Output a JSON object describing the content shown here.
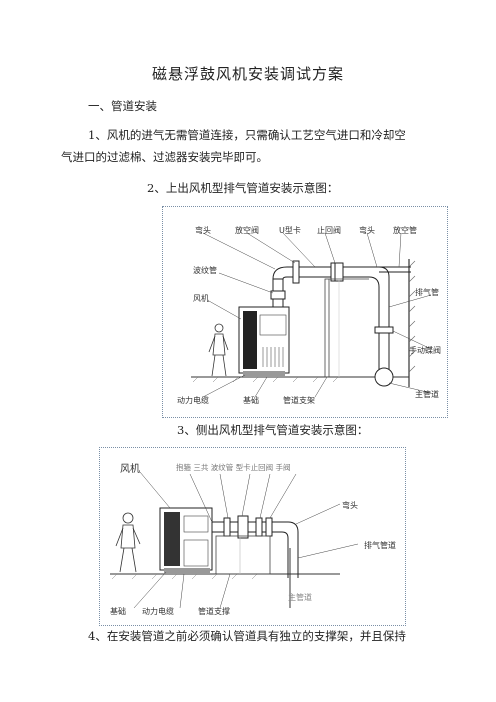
{
  "title": "磁悬浮鼓风机安装调试方案",
  "section1": "一、管道安装",
  "para1_line1": "1、风机的进气无需管道连接，只需确认工艺空气进口和冷却空",
  "para1_line2": "气进口的过滤棉、过滤器安装完毕即可。",
  "para2": "2、上出风机型排气管道安装示意图：",
  "figure1": {
    "labels": {
      "elbow1": "弯头",
      "vent_valve": "放空阀",
      "u_clamp": "U型卡",
      "check_valve": "止回阀",
      "elbow2": "弯头",
      "vent_pipe": "放空管",
      "bellows": "波纹管",
      "fan": "风机",
      "exhaust": "排气管",
      "manual_valve": "手动蝶阀",
      "main_pipe": "主管道",
      "power_cable": "动力电缆",
      "foundation": "基础",
      "pipe_support": "管道支架"
    }
  },
  "para3": "3、侧出风机型排气管道安装示意图：",
  "figure2": {
    "labels": {
      "fan": "风机",
      "top_row": "抱箍 三共 波纹管 型卡止回阀 手阀",
      "elbow": "弯头",
      "exhaust": "排气管道",
      "main_pipe": "主管道",
      "foundation": "基础",
      "power_cable": "动力电缆",
      "pipe_support": "管道支撑"
    }
  },
  "para4": "4、在安装管道之前必须确认管道具有独立的支撑架，并且保持"
}
